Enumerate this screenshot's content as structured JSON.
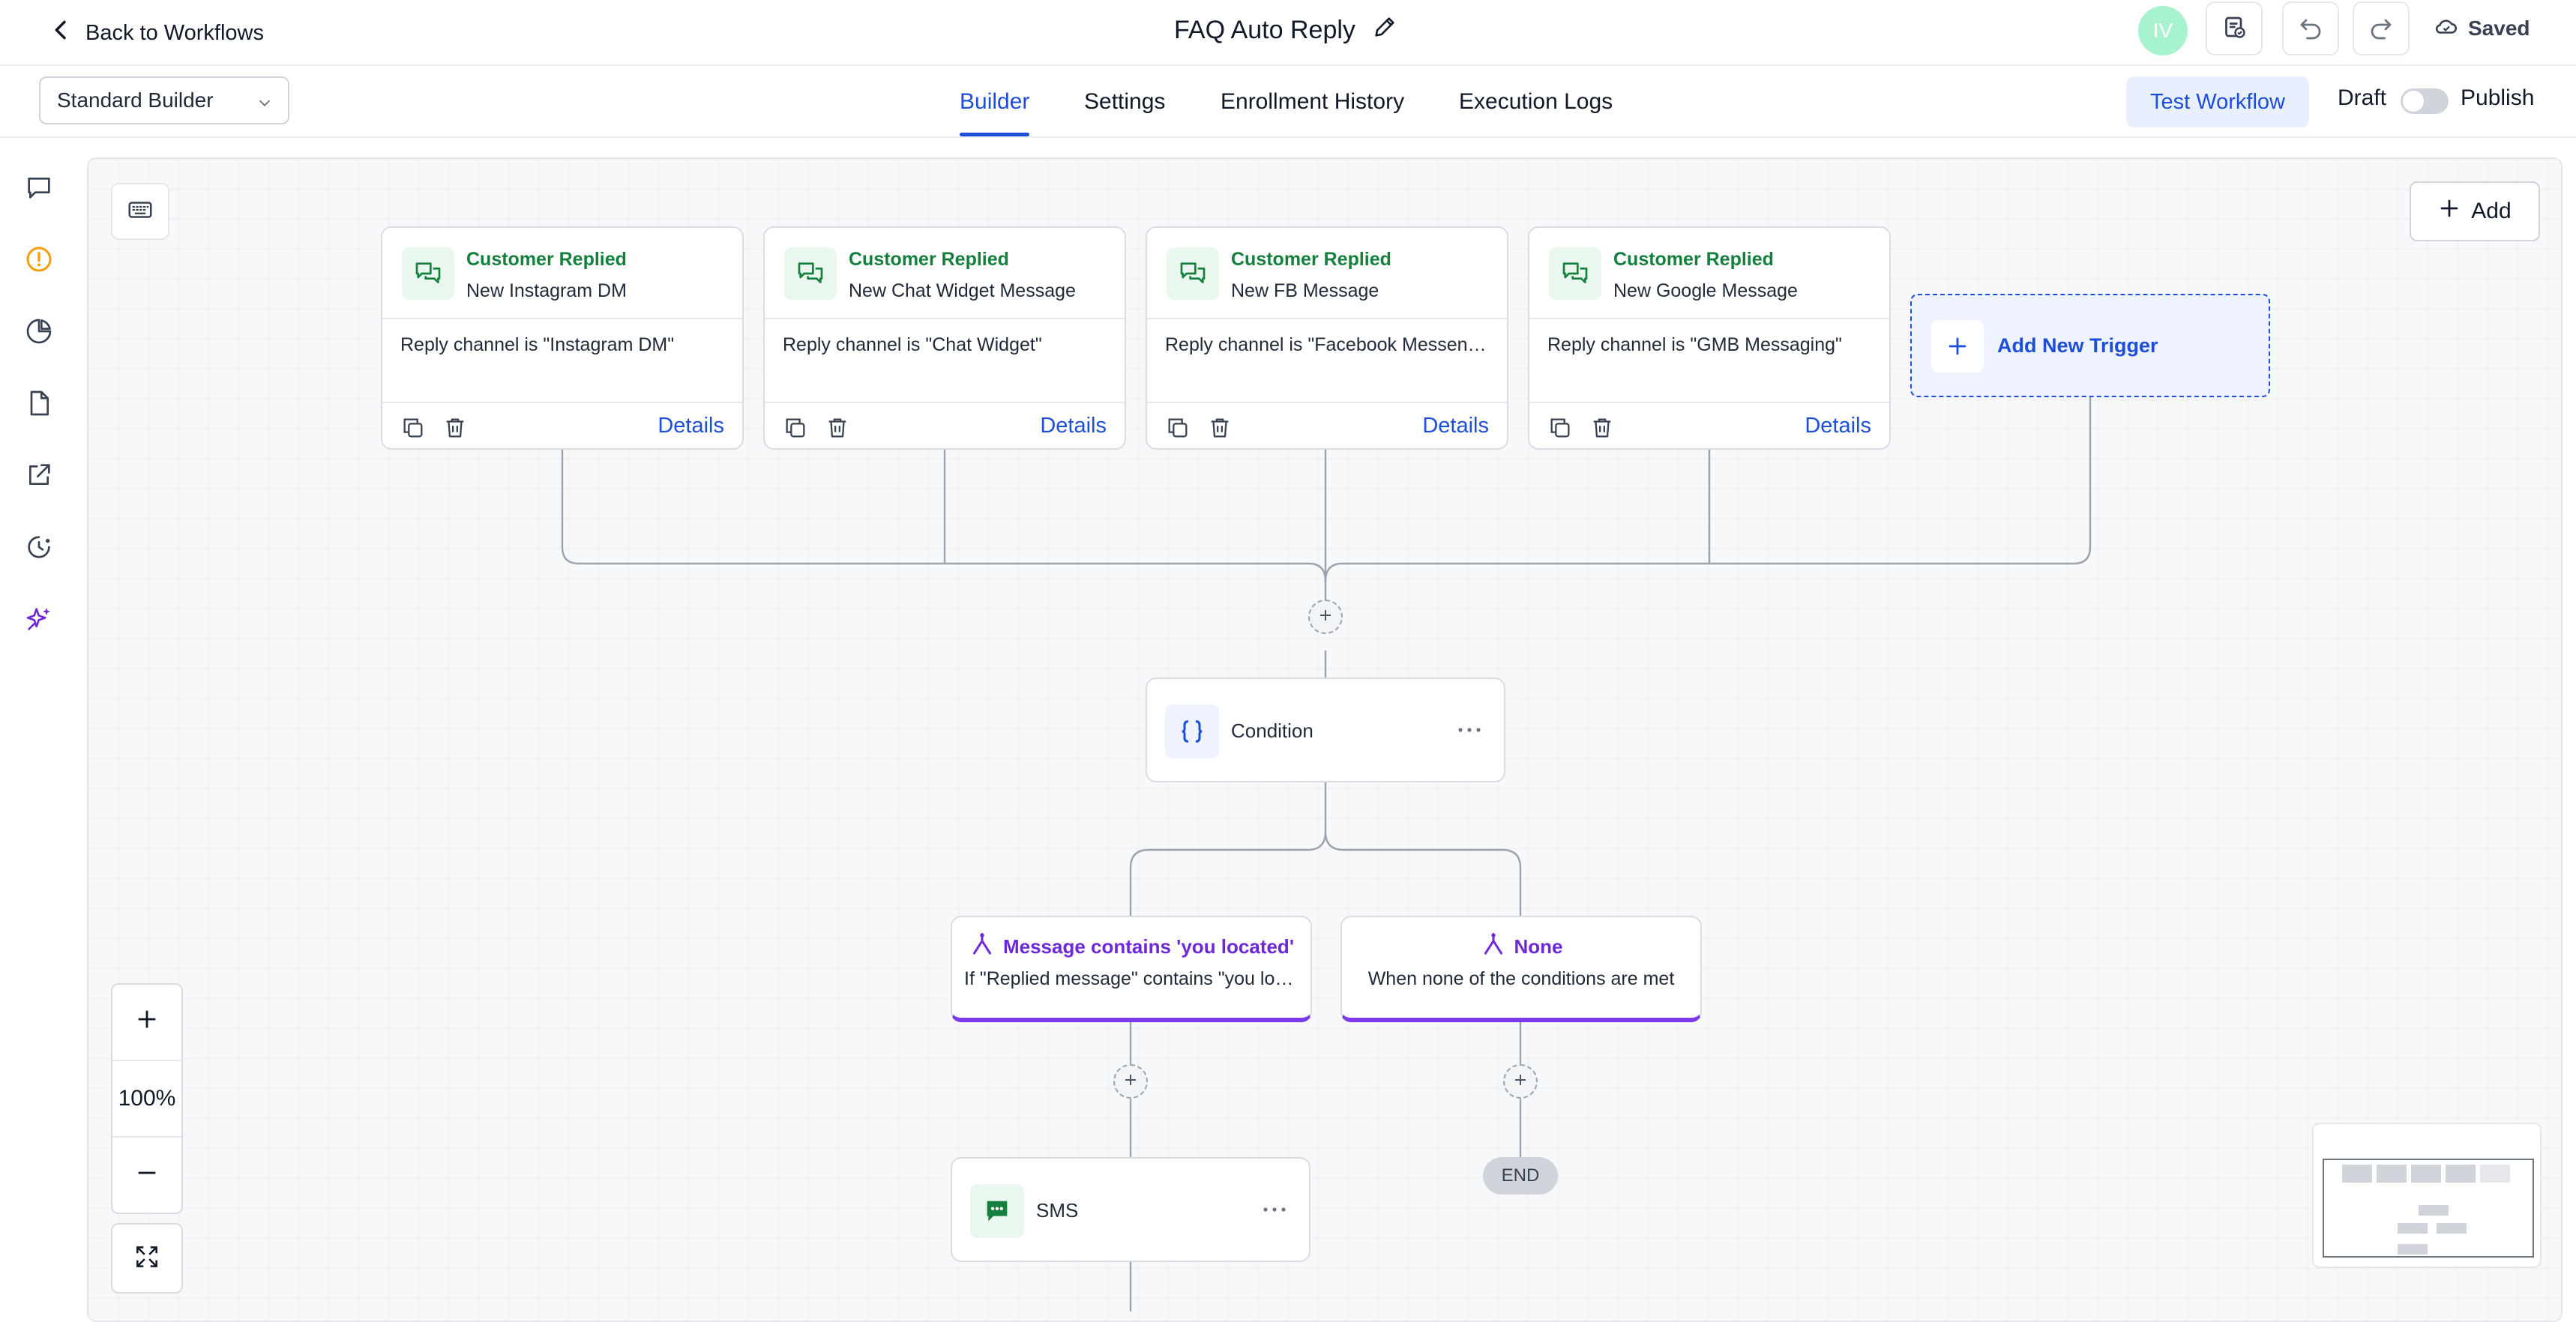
{
  "header": {
    "back_label": "Back to Workflows",
    "workflow_title": "FAQ Auto Reply",
    "avatar_initials": "IV",
    "saved_label": "Saved"
  },
  "tabbar": {
    "builder_select_value": "Standard Builder",
    "tabs": [
      {
        "label": "Builder",
        "active": true
      },
      {
        "label": "Settings",
        "active": false
      },
      {
        "label": "Enrollment History",
        "active": false
      },
      {
        "label": "Execution Logs",
        "active": false
      }
    ],
    "test_workflow_label": "Test Workflow",
    "draft_label": "Draft",
    "publish_label": "Publish",
    "publish_toggle_on": false
  },
  "sidebar": {
    "icons": [
      "chat-icon",
      "alert-icon",
      "analytics-icon",
      "document-icon",
      "external-link-icon",
      "history-icon",
      "ai-sparkle-icon"
    ]
  },
  "canvas": {
    "add_label": "Add",
    "triggers": [
      {
        "type": "Customer Replied",
        "name": "New Instagram DM",
        "filter": "Reply channel is \"Instagram DM\"",
        "details_label": "Details"
      },
      {
        "type": "Customer Replied",
        "name": "New Chat Widget Message",
        "filter": "Reply channel is \"Chat Widget\"",
        "details_label": "Details"
      },
      {
        "type": "Customer Replied",
        "name": "New FB Message",
        "filter": "Reply channel is \"Facebook Messenger\"",
        "details_label": "Details"
      },
      {
        "type": "Customer Replied",
        "name": "New Google Message",
        "filter": "Reply channel is \"GMB Messaging\"",
        "details_label": "Details"
      }
    ],
    "add_trigger_label": "Add New Trigger",
    "condition": {
      "label": "Condition"
    },
    "branches": [
      {
        "title": "Message contains 'you located'",
        "description": "If \"Replied message\" contains \"you located\""
      },
      {
        "title": "None",
        "description": "When none of the conditions are met"
      }
    ],
    "sms": {
      "label": "SMS"
    },
    "end_label": "END",
    "zoom_level": "100%"
  },
  "colors": {
    "accent_blue": "#1d4ed8",
    "trigger_green": "#15803d",
    "branch_purple": "#7c3aed",
    "canvas_bg": "#f7f8fa"
  }
}
